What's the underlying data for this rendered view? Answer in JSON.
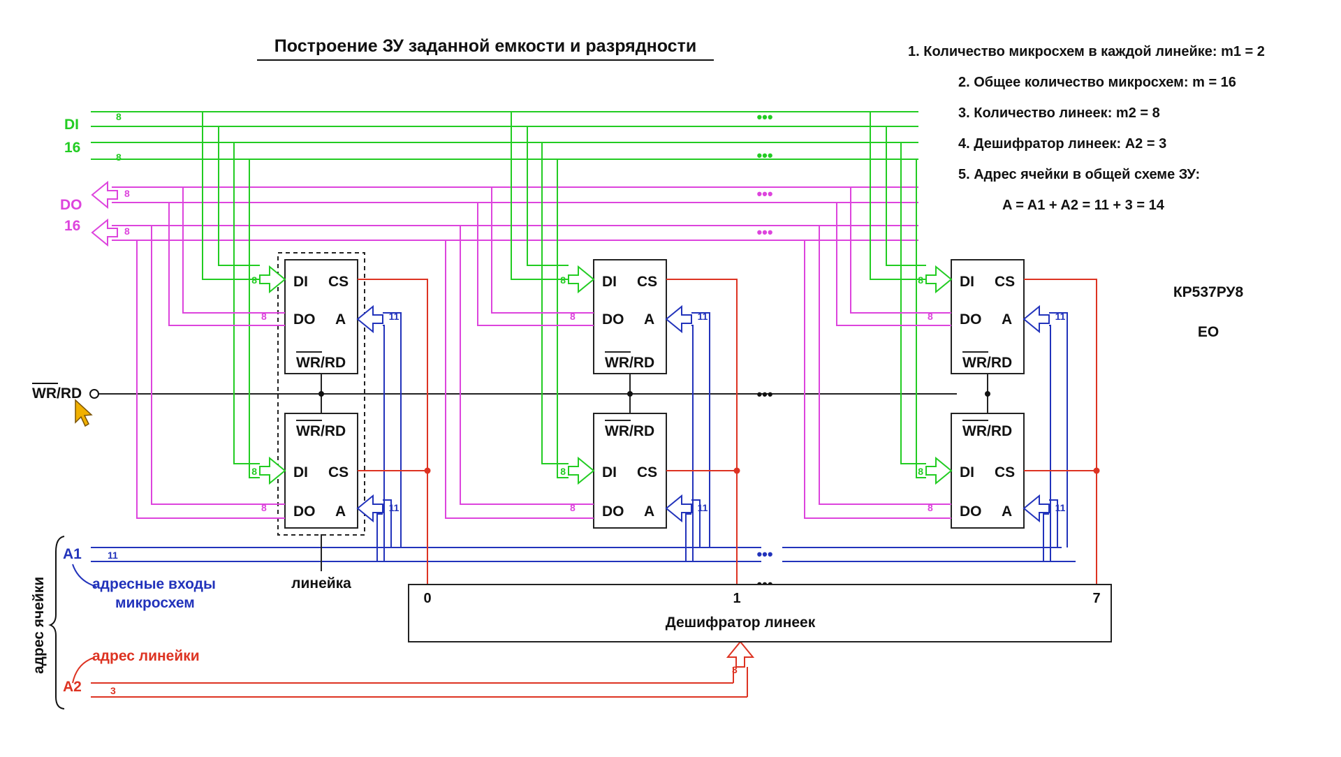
{
  "title": "Построение ЗУ заданной емкости и разрядности",
  "notes": [
    "1. Количество микросхем в каждой линейке: m1 = 2",
    "2. Общее количество микросхем: m = 16",
    "3. Количество линеек: m2 = 8",
    "4. Дешифратор линеек: A2 = 3",
    "5. Адрес ячейки в общей схеме ЗУ:",
    "A = A1 + A2 = 11 + 3 = 14"
  ],
  "chip_type": "КР537РУ8",
  "chip_type2": "ЕО",
  "buses": {
    "di": "DI",
    "di_width": "16",
    "do": "DO",
    "do_width": "16",
    "wr_prefix": "WR",
    "wr_suffix": "/RD",
    "a1": "A1",
    "a2": "A2",
    "bits8": "8",
    "bits11": "11",
    "bits3": "3"
  },
  "pins": {
    "di": "DI",
    "cs": "CS",
    "do": "DO",
    "a": "A",
    "wr": "WR",
    "rd": "/RD"
  },
  "labels": {
    "address_inputs": "адресные входы",
    "address_inputs2": "микросхем",
    "row": "линейка",
    "row_address": "адрес линейки",
    "cell_address": "адрес ячейки"
  },
  "decoder": {
    "title": "Дешифратор линеек",
    "out0": "0",
    "out1": "1",
    "out7": "7"
  },
  "ellipsis": "•••",
  "colors": {
    "data_in": "#22cc22",
    "data_out": "#dd44dd",
    "address": "#2233bb",
    "row_select": "#dd3322"
  }
}
